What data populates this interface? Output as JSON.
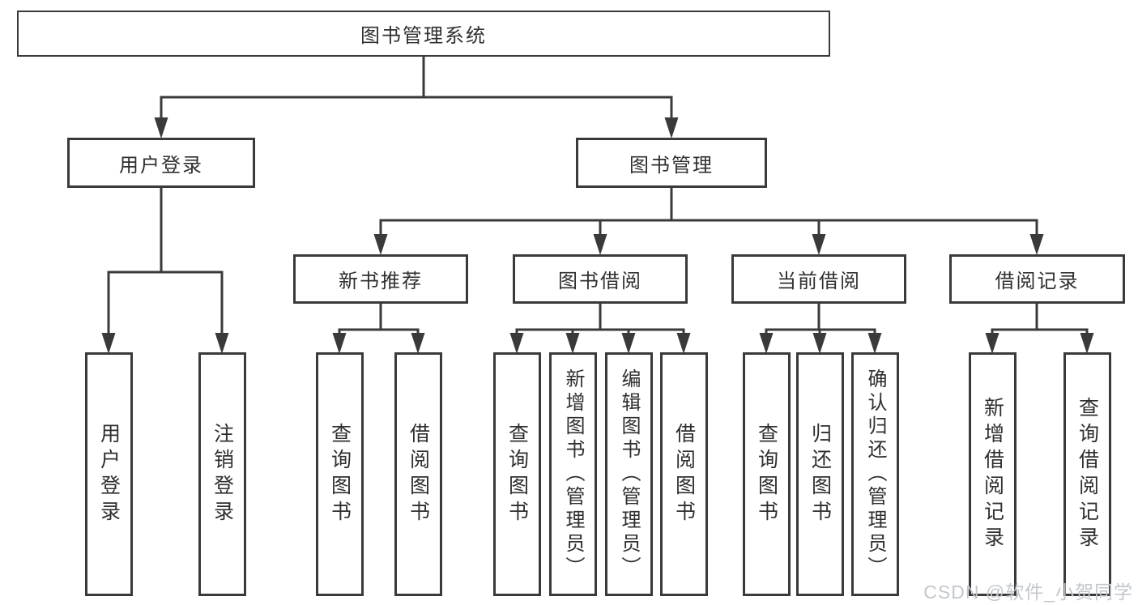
{
  "diagram": {
    "title": "图书管理系统",
    "level2": {
      "user_login": "用户登录",
      "book_management": "图书管理"
    },
    "level3": {
      "new_book_recommend": "新书推荐",
      "book_borrowing": "图书借阅",
      "current_borrowing": "当前借阅",
      "borrowing_records": "借阅记录"
    },
    "leaves": {
      "user_login": "用户登录",
      "logout": "注销登录",
      "nbr_query_books": "查询图书",
      "nbr_borrow_books": "借阅图书",
      "bb_query_books": "查询图书",
      "bb_add_books_admin": "新增图书（管理员）",
      "bb_edit_books_admin": "编辑图书（管理员）",
      "bb_borrow_books": "借阅图书",
      "cb_query_books": "查询图书",
      "cb_return_books": "归还图书",
      "cb_confirm_return_admin": "确认归还（管理员）",
      "br_add_record": "新增借阅记录",
      "br_query_record": "查询借阅记录"
    }
  },
  "watermark": "CSDN @软件_小贺同学",
  "colors": {
    "line": "#3a3a3a",
    "text": "#2f2f2f",
    "background": "#ffffff",
    "watermark": "#c3c7cc"
  }
}
